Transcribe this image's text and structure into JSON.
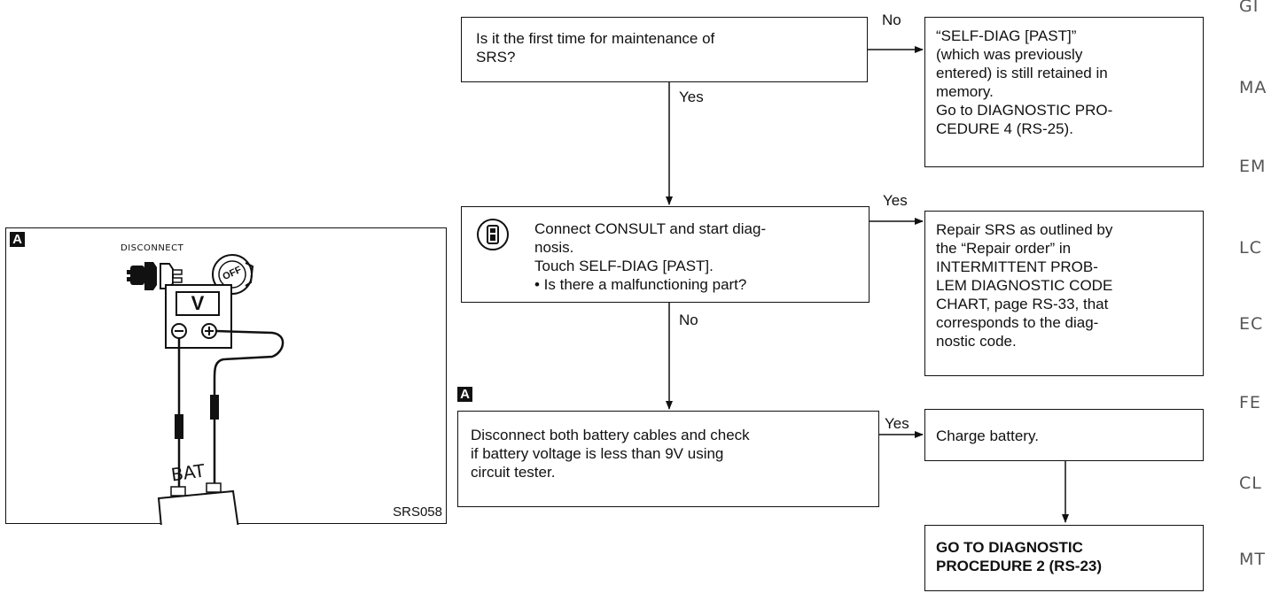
{
  "figure": {
    "badge": "A",
    "disconnect_label": "DISCONNECT",
    "off_label": "OFF",
    "meter_label": "V",
    "battery_label": "BAT",
    "code": "SRS058"
  },
  "flow": {
    "q1": {
      "text": "Is it the first time for maintenance of\nSRS?"
    },
    "r1": {
      "text": "“SELF-DIAG [PAST]”\n(which was previously\nentered) is still retained in\nmemory.\nGo to DIAGNOSTIC PRO-\nCEDURE 4 (RS-25)."
    },
    "q2": {
      "text": "Connect CONSULT and start diag-\nnosis.\nTouch SELF-DIAG [PAST].\n• Is there a malfunctioning part?"
    },
    "r2": {
      "text": "Repair SRS as outlined by\nthe “Repair order” in\nINTERMITTENT PROB-\nLEM DIAGNOSTIC CODE\nCHART, page RS-33, that\ncorresponds to the diag-\nnostic code."
    },
    "q3": {
      "badge": "A",
      "text": "Disconnect both battery cables and check\nif battery voltage is less than 9V using\ncircuit tester."
    },
    "r3": {
      "text": "Charge battery."
    },
    "r4": {
      "text": "GO TO DIAGNOSTIC\nPROCEDURE 2 (RS-23)"
    },
    "labels": {
      "no1": "No",
      "yes1": "Yes",
      "yes2": "Yes",
      "no2": "No",
      "yes3": "Yes"
    }
  },
  "side_tabs": [
    "GI",
    "MA",
    "EM",
    "LC",
    "EC",
    "FE",
    "CL",
    "MT"
  ]
}
